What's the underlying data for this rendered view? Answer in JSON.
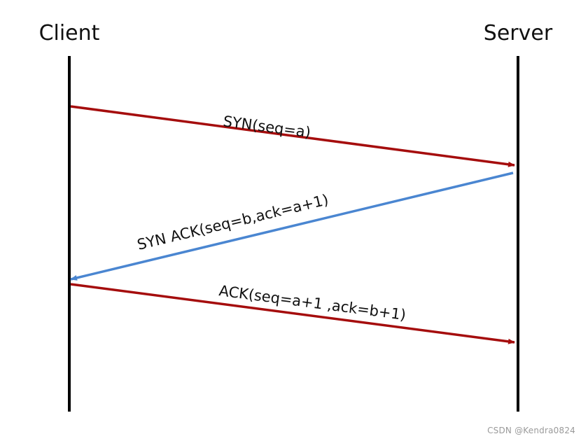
{
  "participants": {
    "client": "Client",
    "server": "Server"
  },
  "messages": [
    {
      "label": "SYN(seq=a)",
      "from": "client",
      "to": "server",
      "color": "#a50d0d"
    },
    {
      "label": "SYN ACK(seq=b,ack=a+1)",
      "from": "server",
      "to": "client",
      "color": "#4a86d1"
    },
    {
      "label": "ACK(seq=a+1 ,ack=b+1)",
      "from": "client",
      "to": "server",
      "color": "#a50d0d"
    }
  ],
  "colors": {
    "lifeline": "#000000",
    "request_arrow": "#a50d0d",
    "response_arrow": "#4a86d1"
  },
  "watermark": "CSDN @Kendra0824"
}
